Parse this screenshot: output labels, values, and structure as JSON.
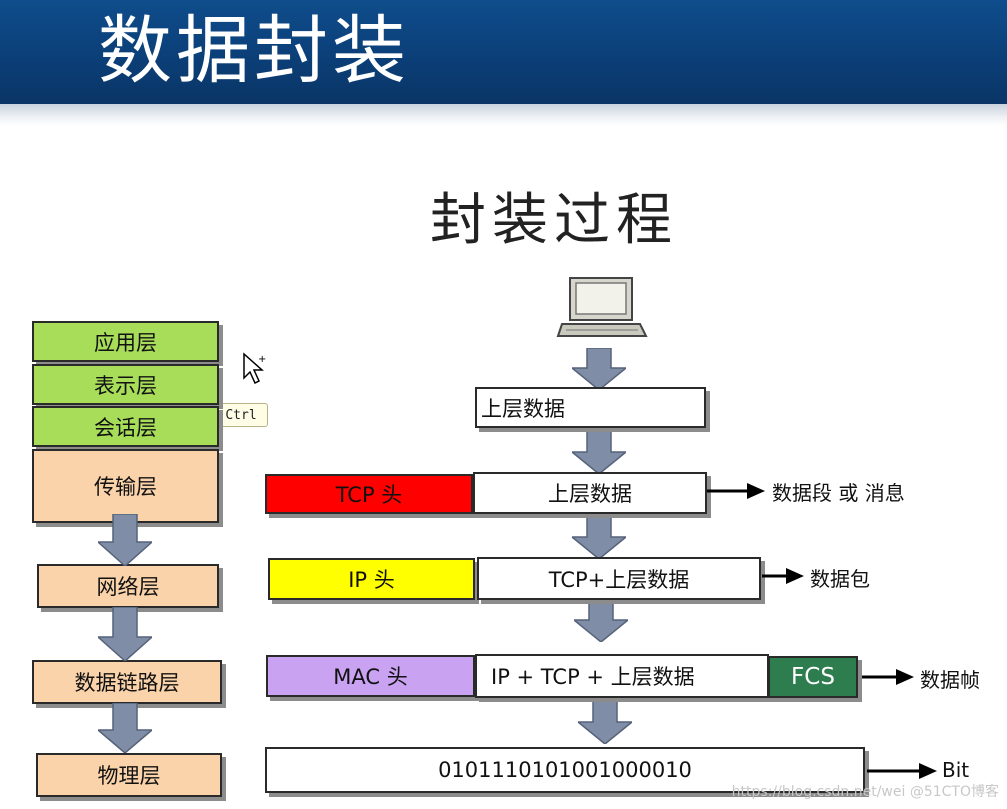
{
  "header": {
    "title": "数据封装"
  },
  "subtitle": "封装过程",
  "osi_layers": [
    {
      "label": "应用层"
    },
    {
      "label": "表示层"
    },
    {
      "label": "会话层"
    },
    {
      "label": "传输层"
    },
    {
      "label": "网络层"
    },
    {
      "label": "数据链路层"
    },
    {
      "label": "物理层"
    }
  ],
  "tooltip": {
    "label": "Ctrl"
  },
  "encapsulation": {
    "upper_data": "上层数据",
    "tcp_row": {
      "header": "TCP 头",
      "payload": "上层数据",
      "result": "数据段 或 消息"
    },
    "ip_row": {
      "header": "IP 头",
      "payload": "TCP+上层数据",
      "result": "数据包"
    },
    "mac_row": {
      "header": "MAC 头",
      "payload": "IP + TCP + 上层数据",
      "trailer": "FCS",
      "result": "数据帧"
    },
    "bit_row": {
      "payload": "0101110101001000010",
      "result": "Bit"
    }
  },
  "watermark": "https://blog.csdn.net/wei @51CTO博客",
  "colors": {
    "header_bg": "#0b3f78",
    "upper_layers": "#a8dd5a",
    "lower_layers": "#fbd3aa",
    "tcp_header": "#ff0000",
    "ip_header": "#ffff00",
    "mac_header": "#c9a2f2",
    "fcs": "#2e7d4f",
    "arrow": "#7f8ea6"
  }
}
